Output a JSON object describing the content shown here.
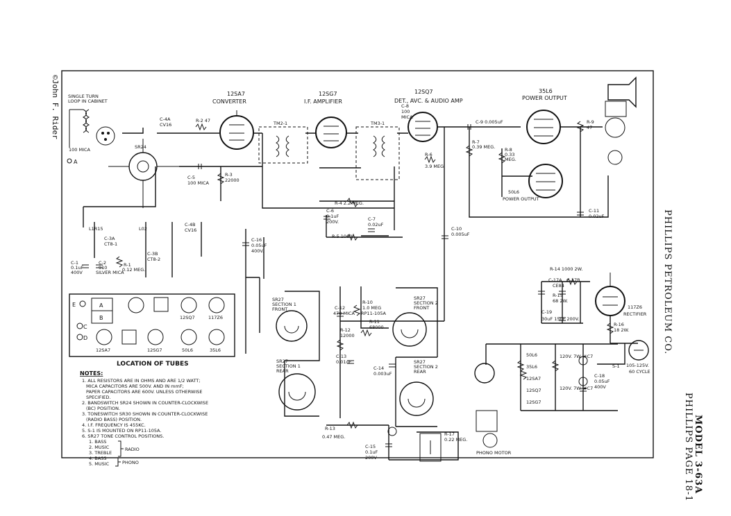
{
  "copyright": "©John F. Rider",
  "side_title": "PHILLIPS PETROLEUM CO.",
  "page_ref": "PHILLIPS PAGE 18-1",
  "model": "MODEL 3-63A",
  "antenna": {
    "loop_label_1": "SINGLE TURN",
    "loop_label_2": "LOOP IN CABINET",
    "cap_label": "100 MICA",
    "terminal": "A"
  },
  "tubes": {
    "t1": {
      "type": "12SA7",
      "function": "CONVERTER"
    },
    "t2": {
      "type": "12SG7",
      "function": "I.F. AMPLIFIER"
    },
    "t3": {
      "type": "12SQ7",
      "function": "DET., AVC. & AUDIO AMP"
    },
    "t4": {
      "type": "35L6",
      "function": "POWER OUTPUT"
    },
    "t5": {
      "type": "50L6",
      "function": "POWER OUTPUT"
    },
    "t6": {
      "type": "117Z6",
      "function": "RECTIFIER"
    }
  },
  "components": {
    "sr24": "SR24",
    "c4a": "C-4A",
    "c4a_v": "CV16",
    "r2": "R-2  47",
    "tm21": "TM2-1",
    "tm31": "TM3-1",
    "c8": "C-8",
    "c8_v": "100",
    "c8_t": "MICA",
    "c9": "C-9  0.005uF",
    "r9": "R-9",
    "r9_v": "47",
    "c5": "C-5",
    "c5_v": "100 MICA",
    "r3": "R-3",
    "r3_v": "22000",
    "r6": "R-6",
    "r6_v": "3.9 MEG.",
    "r7": "R-7",
    "r7_v": "0.39 MEG.",
    "r8": "R-8",
    "r8_v": "0.33",
    "r8_t": "MEG.",
    "r4": "R-4  2.2 MEG.",
    "c6": "C-6",
    "c6_v": "0.1uF",
    "c6_t": "200V.",
    "c7": "C-7",
    "c7_v": "0.02uF",
    "r5": "R-5  1000",
    "c10": "C-10",
    "c10_v": "0.005uF",
    "c11": "C-11",
    "c11_v": "0.02uF",
    "c16": "C-16",
    "c16_v": "0.05uF",
    "c16_t": "400V.",
    "l1": "L1R15",
    "l2": "L02",
    "c3a": "C-3A",
    "c3a_v": "CT8-1",
    "c3b": "C-3B",
    "c3b_v": "CT8-2",
    "c4b": "C-4B",
    "c4b_v": "CV16",
    "c1": "C-1",
    "c1_v": "0.1uF",
    "c1_t": "400V",
    "c2": "C-2",
    "c2_v": "910",
    "c2_t": "SILVER MICA",
    "r1": "R-1",
    "r1_v": "0.12 MEG.",
    "r14": "R-14  1000  2W.",
    "c17a": "C-17A",
    "c17a_v": "CE84",
    "c17b": "C-17B",
    "r15": "R-15",
    "r15_v": "68 2W.",
    "c19": "C-19",
    "cap_vals": "30uF  15uF  200V.",
    "r16": "R-16",
    "r16_v": "18 2W.",
    "sr27f": "SR27",
    "sr27f_t": "SECTION 1",
    "sr27f_p": "FRONT",
    "sr27r": "SR27",
    "sr27r_t": "SECTION 1",
    "sr27r_p": "REAR",
    "sr27f2": "SR27",
    "sr27f2_t": "SECTION 2",
    "sr27f2_p": "FRONT",
    "sr27r2": "SR27",
    "sr27r2_t": "SECTION 2",
    "sr27r2_p": "REAR",
    "c12": "C-12",
    "c12_v": "470 MICA",
    "r10": "R-10",
    "r10_v": "1.0 MEG",
    "r10_t": "RP11-105A",
    "r11": "R-11",
    "r11_v": "68000",
    "r12": "R-12",
    "r12_v": "12000",
    "c13": "C-13",
    "c13_v": "0.01uF",
    "c14": "C-14",
    "c14_v": "0.003uF",
    "r13": "R-13",
    "r13_v": "0.47 MEG.",
    "c15": "C-15",
    "c15_v": "0.1uF",
    "c15_t": "200V",
    "r17": "R-17",
    "r17_v": "0.22 MEG.",
    "heater_list": [
      "50L6",
      "35L6",
      "12SA7",
      "12SQ7",
      "12SG7"
    ],
    "lamp1": "120V. 7W. #C7",
    "lamp2": "120V. 7W. #C7",
    "c18": "C-18",
    "c18_v": "0.05uF",
    "c18_t": "400V",
    "s1": "S-1",
    "line": "105-125V.",
    "line_t": "60 CYCLE",
    "phono_motor": "PHONO MOTOR",
    "r_label": "R-16"
  },
  "location_of_tubes": {
    "title": "LOCATION OF TUBES",
    "e": "E",
    "c": "C",
    "d": "D",
    "a": "A",
    "b": "B",
    "row1": [
      "12SQ7",
      "117Z6"
    ],
    "row2": [
      "12SA7",
      "12SG7",
      "50L6",
      "35L6"
    ]
  },
  "notes": {
    "heading": "NOTES:",
    "lines": [
      "1. ALL RESISTORS ARE IN OHMS AND ARE 1/2 WATT;",
      "MICA CAPACITORS ARE 500V. AND IN mmF;",
      "PAPER CAPACITORS ARE 600V. UNLESS OTHERWISE",
      "SPECIFIED.",
      "2. BANDSWITCH SR24 SHOWN IN COUNTER-CLOCKWISE",
      "(BC) POSITION.",
      "3. TONESWITCH SR30 SHOWN IN COUNTER-CLOCKWISE",
      "(RADIO BASS) POSITION.",
      "4. I.F. FREQUENCY IS 455KC.",
      "5. S-1 IS MOUNTED ON RP11-105A.",
      "6. SR27 TONE CONTROL POSITIONS.",
      "1. BASS",
      "2. MUSIC",
      "3. TREBLE",
      "4. BASS",
      "5. MUSIC"
    ],
    "radio": "RADIO",
    "phono": "PHONO"
  }
}
